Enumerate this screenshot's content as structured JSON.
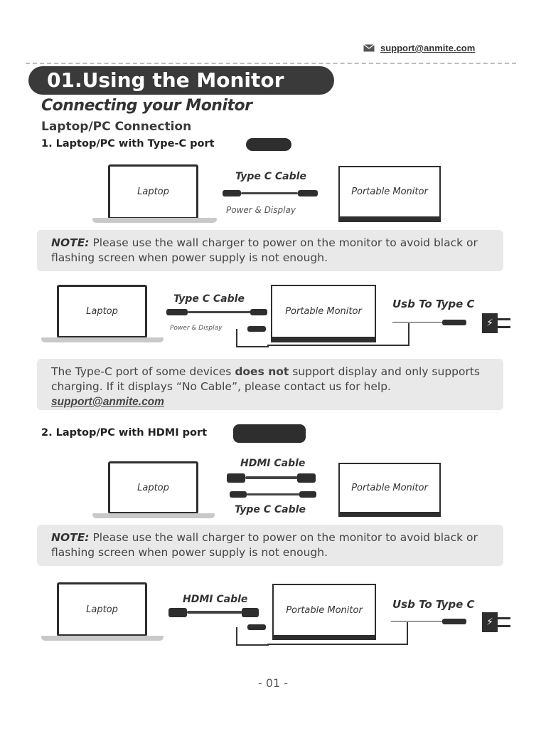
{
  "header": {
    "email": "support@anmite.com",
    "email_icon": "envelope-icon"
  },
  "title": "01.Using the Monitor",
  "subtitle": "Connecting your Monitor",
  "section": "Laptop/PC Connection",
  "sub1": {
    "heading": "1. Laptop/PC with Type-C port",
    "diagram_a": {
      "laptop": "Laptop",
      "cable": "Type C Cable",
      "cable_sub": "Power & Display",
      "monitor": "Portable Monitor"
    },
    "note": {
      "label": "NOTE:",
      "text": "Please use the wall charger to power on the monitor to avoid black or flashing screen when power supply is not enough."
    },
    "diagram_b": {
      "laptop": "Laptop",
      "cable": "Type C Cable",
      "cable_sub": "Power & Display",
      "monitor": "Portable Monitor",
      "usb": "Usb To Type C"
    },
    "info": {
      "text_before": "The Type-C port of some devices ",
      "bold": "does not",
      "text_after": " support display and only supports charging. If it displays “No Cable”, please contact us for help.",
      "link": "support@anmite.com"
    }
  },
  "sub2": {
    "heading": "2. Laptop/PC with HDMI port",
    "diagram_a": {
      "laptop": "Laptop",
      "cable_top": "HDMI Cable",
      "cable_bottom": "Type C Cable",
      "monitor": "Portable Monitor"
    },
    "note": {
      "label": "NOTE:",
      "text": "Please use the wall charger to power on the monitor to avoid black or flashing screen when power supply is not enough."
    },
    "diagram_b": {
      "laptop": "Laptop",
      "cable": "HDMI Cable",
      "monitor": "Portable Monitor",
      "usb": "Usb To Type C"
    }
  },
  "footer": {
    "page": "- 01 -"
  }
}
